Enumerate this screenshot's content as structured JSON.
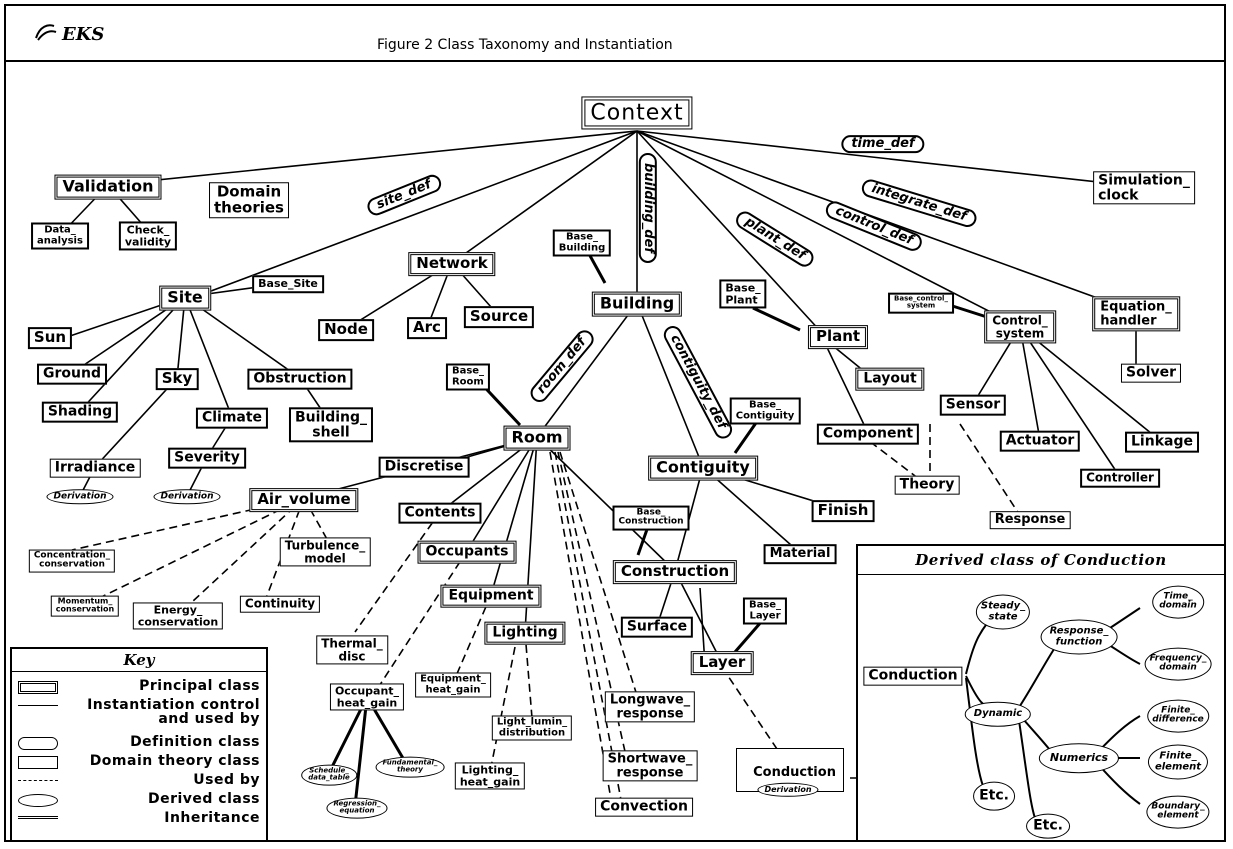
{
  "header": {
    "logo": "EKS",
    "title": "Figure 2  Class Taxonomy and Instantiation"
  },
  "nodes": {
    "context": "Context",
    "validation": "Validation",
    "data_analysis": "Data_\nanalysis",
    "check_validity": "Check_\nvalidity",
    "domain_theories": "Domain\ntheories",
    "site_def": "site_def",
    "building_def": "building_def",
    "time_def": "time_def",
    "integrate_def": "integrate_def",
    "control_def": "control_def",
    "plant_def": "plant_def",
    "room_def": "room_def",
    "contiguity_def": "contiguity_def",
    "simulation_clock": "Simulation_\nclock",
    "network": "Network",
    "base_building": "Base_\nBuilding",
    "site": "Site",
    "base_site": "Base_Site",
    "node": "Node",
    "arc": "Arc",
    "source": "Source",
    "building": "Building",
    "base_plant": "Base_\nPlant",
    "base_control_system": "Base_control_\nsystem",
    "control_system": "Control_\nsystem",
    "equation_handler": "Equation_\nhandler",
    "sun": "Sun",
    "ground": "Ground",
    "sky": "Sky",
    "obstruction": "Obstruction",
    "plant": "Plant",
    "layout": "Layout",
    "solver": "Solver",
    "shading": "Shading",
    "climate": "Climate",
    "building_shell": "Building_\nshell",
    "base_room": "Base_\nRoom",
    "room": "Room",
    "base_contiguity": "Base_\nContiguity",
    "component": "Component",
    "sensor": "Sensor",
    "actuator": "Actuator",
    "linkage": "Linkage",
    "irradiance": "Irradiance",
    "severity": "Severity",
    "derivation": "Derivation",
    "discretise": "Discretise",
    "contiguity": "Contiguity",
    "theory": "Theory",
    "controller": "Controller",
    "air_volume": "Air_volume",
    "contents": "Contents",
    "base_construction": "Base_\nConstruction",
    "finish": "Finish",
    "response": "Response",
    "concentration_conservation": "Concentration_\nconservation",
    "turbulence_model": "Turbulence_\nmodel",
    "occupants": "Occupants",
    "material": "Material",
    "momentum_conservation": "Momentum_\nconservation",
    "energy_conservation": "Energy_\nconservation",
    "continuity": "Continuity",
    "construction": "Construction",
    "equipment": "Equipment",
    "surface": "Surface",
    "base_layer": "Base_\nLayer",
    "lighting": "Lighting",
    "thermal_disc": "Thermal_\ndisc",
    "equipment_heat_gain": "Equipment_\nheat_gain",
    "layer": "Layer",
    "occupant_heat_gain": "Occupant_\nheat_gain",
    "light_lumin_distribution": "Light_lumin_\ndistribution",
    "longwave_response": "Longwave_\nresponse",
    "lighting_heat_gain": "Lighting_\nheat_gain",
    "shortwave_response": "Shortwave_\nresponse",
    "conduction": "Conduction",
    "schedule_data_table": "Schedule_\ndata_table",
    "fundamental_theory": "Fundamental_\ntheory",
    "regression_equation": "Regression_\nequation",
    "convection": "Convection"
  },
  "key": {
    "title": "Key",
    "items": [
      "Principal class",
      "Instantiation control\nand used by",
      "Definition class",
      "Domain theory class",
      "Used by",
      "Derived class",
      "Inheritance"
    ]
  },
  "derived_panel": {
    "title": "Derived class of Conduction",
    "conduction": "Conduction",
    "steady_state": "Steady_\nstate",
    "dynamic": "Dynamic",
    "etc": "Etc.",
    "response_function": "Response_\nfunction",
    "numerics": "Numerics",
    "time_domain": "Time_\ndomain",
    "frequency_domain": "Frequency_\ndomain",
    "finite_difference": "Finite_\ndifference",
    "finite_element": "Finite_\nelement",
    "boundary_element": "Boundary_\nelement"
  }
}
